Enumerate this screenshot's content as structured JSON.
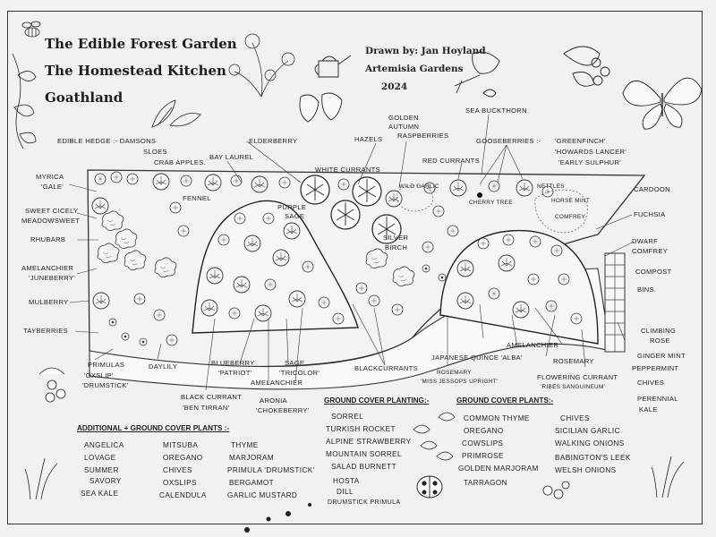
{
  "title": {
    "line1": "The Edible Forest Garden",
    "line2": "The Homestead Kitchen",
    "line3": "Goathland"
  },
  "credit": {
    "drawn_by": "Drawn by: Jan Hoyland",
    "studio": "Artemisia Gardens",
    "year": "2024"
  },
  "labels": {
    "edible_hedge": "Edible hedge :- Damsons",
    "sloes": "Sloes",
    "crab_apples": "Crab apples.",
    "bay_laurel": "Bay laurel",
    "elderberry": "Elderberry",
    "white_currants": "White currants",
    "hazels": "Hazels",
    "golden_autumn": "Golden",
    "golden_autumn2": "Autumn",
    "raspberries": "Raspberries",
    "sea_buckthorn": "Sea buckthorn",
    "red_currants": "Red currants",
    "gooseberries": "Gooseberries :-",
    "greenfinch": "'Greenfinch'",
    "howards_lancer": "'Howards lancer'",
    "early_sulphur": "'Early sulphur'",
    "myrica": "Myrica",
    "gale": "'Gale'",
    "sweet_cicely": "Sweet cicely",
    "meadowsweet": "meadowsweet",
    "fennel": "Fennel",
    "rhubarb": "Rhubarb",
    "purple_sage": "Purple",
    "purple_sage2": "Sage",
    "wild_garlic": "Wild garlic",
    "cherry_tree": "Cherry tree",
    "nettles": "Nettles",
    "horse_mint": "Horse mint",
    "comfrey_border": "Comfrey",
    "cardoon": "Cardoon",
    "fuchsia": "Fuchsia",
    "dwarf_comfrey": "Dwarf",
    "dwarf_comfrey2": "Comfrey",
    "compost_bins": "Compost",
    "compost_bins2": "Bins.",
    "amelanchier_jb": "Amelanchier",
    "juneberry": "'Juneberry'",
    "silver_birch": "Silver",
    "silver_birch2": "Birch",
    "mulberry": "Mulberry",
    "tayberries": "Tayberries",
    "primulas": "Primulas",
    "oxslip": "'Oxslip'",
    "drumstick": "'Drumstick'",
    "daylily": "Daylily",
    "blueberry": "Blueberry",
    "patriot": "'Patriot'",
    "sage": "Sage",
    "tricolor": "'Tricolor'",
    "aronia": "Aronia",
    "chokeberry": "'Chokeberry'",
    "amelanchier2": "Amelanchier",
    "black_currant": "Black currant",
    "ben_tirran": "'Ben Tirran'",
    "blackcurrants": "Blackcurrants",
    "japanese_quince": "Japanese quince 'Alba'",
    "rosemary_mj": "Rosemary",
    "miss_jessops": "'Miss Jessops upright'",
    "amelanchier3": "Amelanchier",
    "rosemary": "Rosemary",
    "flowering_currant": "Flowering currant",
    "ribes": "'Ribes sanguineum'",
    "climbing_rose": "Climbing",
    "climbing_rose2": "Rose",
    "ginger_mint": "Ginger mint",
    "peppermint": "Peppermint",
    "chives_lbl": "Chives",
    "perennial_kale": "Perennial",
    "perennial_kale2": "Kale"
  },
  "additional": {
    "heading": "Additional + Ground cover plants :-",
    "col1": [
      "Angelica",
      "Lovage",
      "Summer",
      "Savory",
      "Sea Kale"
    ],
    "col2": [
      "Mitsuba",
      "Oregano",
      "Chives",
      "Oxslips",
      "Calendula"
    ],
    "col3": [
      "Thyme",
      "Marjoram",
      "Primula 'Drumstick'",
      "Bergamot",
      "Garlic mustard"
    ]
  },
  "ground_cover_1": {
    "heading": "Ground cover planting:-",
    "items": [
      "Sorrel",
      "Turkish rocket",
      "Alpine strawberry",
      "Mountain sorrel",
      "Salad burnett",
      "Hosta",
      "Dill",
      "Drumstick primula"
    ]
  },
  "ground_cover_2": {
    "heading": "Ground cover plants:-",
    "col1": [
      "Common thyme",
      "Oregano",
      "Cowslips",
      "Primrose",
      "Golden marjoram",
      "Tarragon"
    ],
    "col2": [
      "Chives",
      "Sicilian garlic",
      "Walking onions",
      "Babington's leek",
      "Welsh onions"
    ]
  }
}
